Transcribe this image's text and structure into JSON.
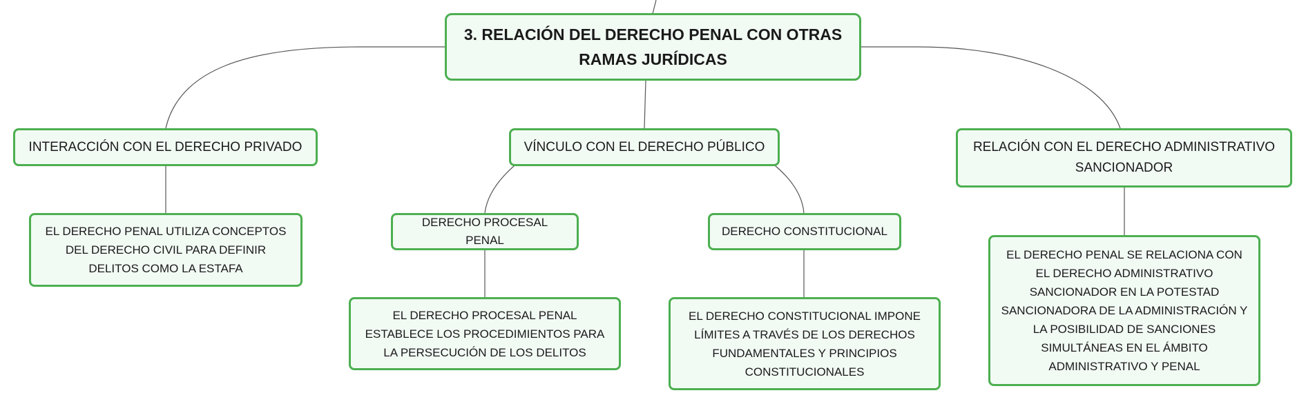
{
  "diagram": {
    "root": {
      "label": "3. RELACIÓN DEL DERECHO PENAL CON OTRAS RAMAS JURÍDICAS"
    },
    "branches": [
      {
        "label": "INTERACCIÓN CON EL DERECHO PRIVADO",
        "children": [
          {
            "label": "EL DERECHO PENAL UTILIZA CONCEPTOS DEL DERECHO CIVIL PARA DEFINIR DELITOS COMO LA ESTAFA"
          }
        ]
      },
      {
        "label": "VÍNCULO CON EL DERECHO PÚBLICO",
        "children": [
          {
            "label": "DERECHO PROCESAL PENAL",
            "children": [
              {
                "label": "EL DERECHO PROCESAL PENAL ESTABLECE LOS PROCEDIMIENTOS PARA LA PERSECUCIÓN DE LOS DELITOS"
              }
            ]
          },
          {
            "label": "DERECHO CONSTITUCIONAL",
            "children": [
              {
                "label": "EL DERECHO CONSTITUCIONAL IMPONE LÍMITES A TRAVÉS DE LOS DERECHOS FUNDAMENTALES Y PRINCIPIOS CONSTITUCIONALES"
              }
            ]
          }
        ]
      },
      {
        "label": "RELACIÓN CON EL DERECHO ADMINISTRATIVO SANCIONADOR",
        "children": [
          {
            "label": "EL DERECHO PENAL SE RELACIONA CON EL DERECHO ADMINISTRATIVO SANCIONADOR EN LA POTESTAD SANCIONADORA DE LA ADMINISTRACIÓN Y LA POSIBILIDAD DE SANCIONES SIMULTÁNEAS EN EL ÁMBITO ADMINISTRATIVO Y PENAL"
          }
        ]
      }
    ]
  },
  "colors": {
    "node_border": "#4caf50",
    "node_fill": "#f2faf4",
    "edge": "#555555"
  }
}
